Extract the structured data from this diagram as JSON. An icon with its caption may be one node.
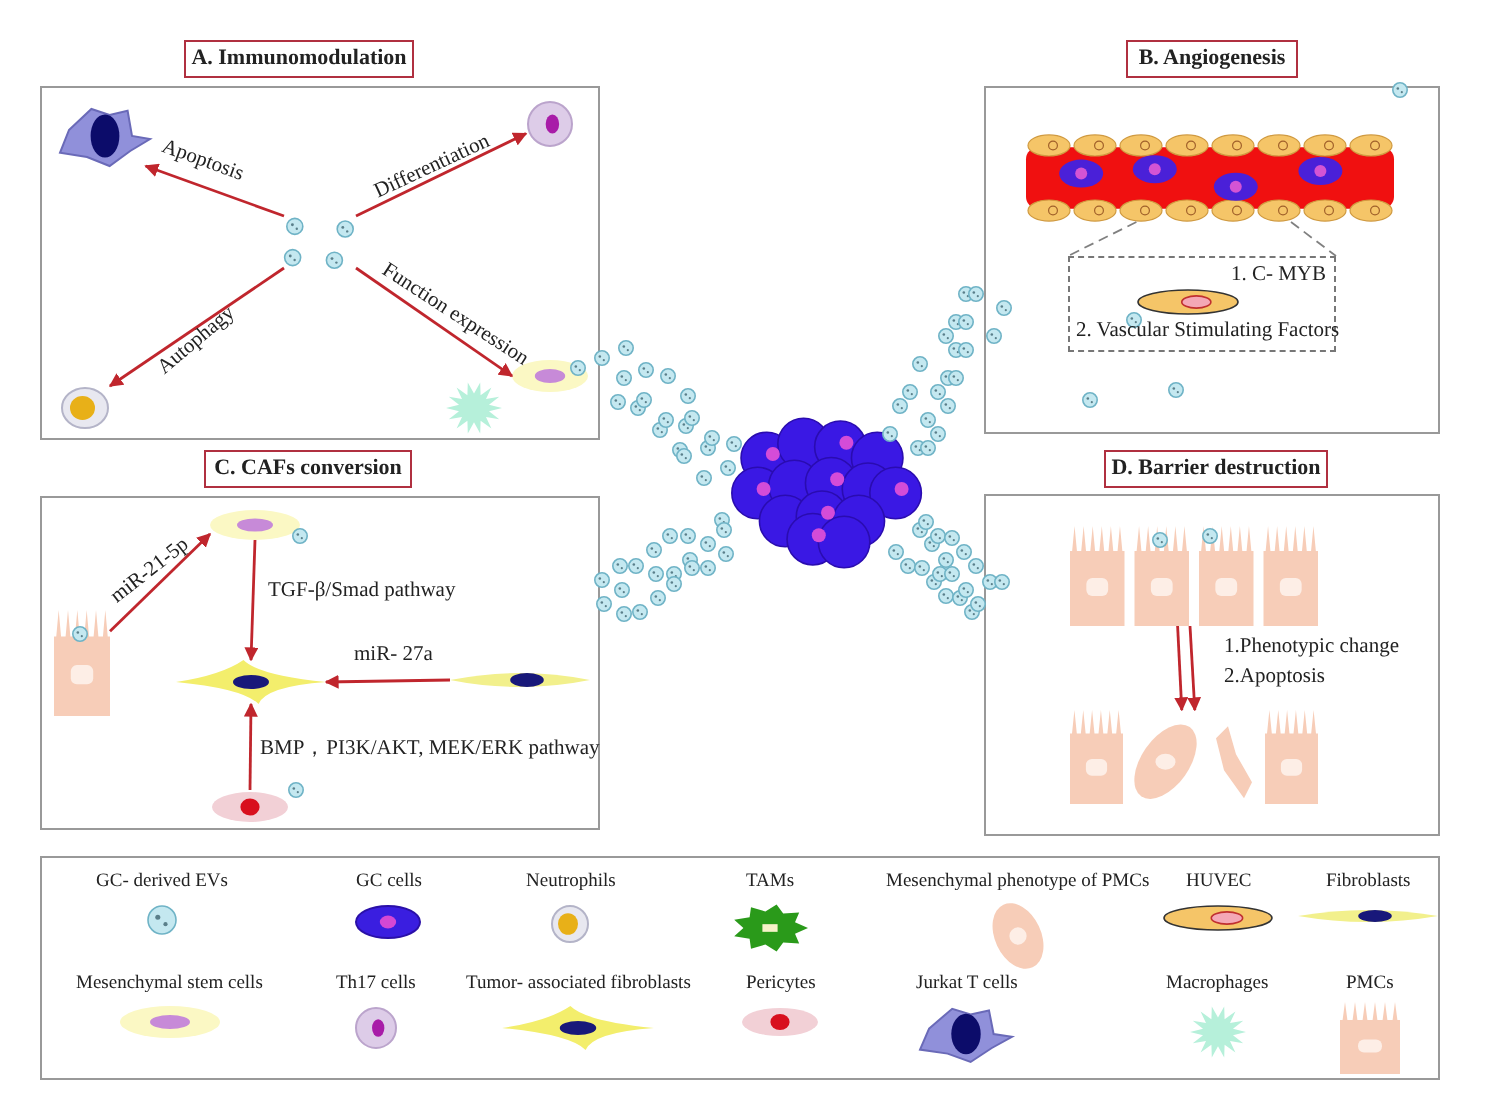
{
  "diagram": {
    "nodes": [
      {
        "text": [
          "A. Immunomodulation"
        ]
      },
      {
        "text": [],
        "shape": "picture",
        "in": 0
      },
      {
        "text": [],
        "shape": "picture",
        "in": 0
      },
      {
        "text": [],
        "shape": "picture",
        "in": 0
      },
      {
        "text": [],
        "shape": "picture",
        "in": 0
      },
      {
        "text": [],
        "shape": "picture",
        "in": 0
      },
      {
        "text": [],
        "shape": "picture",
        "in": 0
      },
      {
        "text": [
          "B. Angiogenesis"
        ]
      },
      {
        "text": [],
        "shape": "picture",
        "in": 7
      },
      {
        "text": [
          "1. C- MYB",
          "2. Vascular Stimulating Factors"
        ],
        "in": 7
      },
      {
        "text": [],
        "shape": "picture",
        "in": 9
      },
      {
        "text": [
          "C. CAFs conversion"
        ]
      },
      {
        "text": [],
        "shape": "picture",
        "in": 11
      },
      {
        "text": [],
        "shape": "picture",
        "in": 11
      },
      {
        "text": [],
        "shape": "picture",
        "in": 11
      },
      {
        "text": [],
        "shape": "picture",
        "in": 11
      },
      {
        "text": [],
        "shape": "picture",
        "in": 11
      },
      {
        "text": [
          "D. Barrier destruction"
        ]
      },
      {
        "text": [],
        "shape": "picture",
        "in": 17
      },
      {
        "text": [],
        "shape": "picture",
        "in": 17
      },
      {
        "text": [],
        "shape": "picture"
      }
    ],
    "edges": [
      {
        "from": 1,
        "to": 2,
        "arrow": "to",
        "label": "Apoptosis"
      },
      {
        "from": 1,
        "to": 3,
        "arrow": "to",
        "label": "Differentiation"
      },
      {
        "from": 1,
        "to": 4,
        "arrow": "to",
        "label": "Autophagy"
      },
      {
        "from": 1,
        "to": 6,
        "arrow": "to",
        "label": "Function expression"
      },
      {
        "from": 8,
        "to": 9,
        "arrow": "none",
        "style": "dashed",
        "color": "#808080"
      },
      {
        "from": 8,
        "to": 9,
        "arrow": "none",
        "style": "dashed",
        "color": "#808080"
      },
      {
        "from": 12,
        "to": 13,
        "arrow": "to",
        "label": "miR-21-5p"
      },
      {
        "from": 13,
        "to": 14,
        "arrow": "to",
        "label": "TGF-β/Smad pathway"
      },
      {
        "from": 15,
        "to": 14,
        "arrow": "to",
        "label": "miR- 27a"
      },
      {
        "from": 16,
        "to": 14,
        "arrow": "to",
        "label": "BMP，PI3K/AKT, MEK/ERK pathway"
      },
      {
        "from": 18,
        "to": 19,
        "arrow": "to",
        "label": "1.Phenotypic change"
      },
      {
        "from": 18,
        "to": 19,
        "arrow": "to",
        "label": "2.Apoptosis"
      }
    ],
    "legend": [
      {
        "text": "GC- derived EVs"
      },
      {
        "text": "GC cells"
      },
      {
        "text": "Neutrophils"
      },
      {
        "text": "TAMs"
      },
      {
        "text": "Mesenchymal phenotype of PMCs"
      },
      {
        "text": "HUVEC"
      },
      {
        "text": "Fibroblasts"
      },
      {
        "text": "Mesenchymal stem cells"
      },
      {
        "text": "Th17 cells"
      },
      {
        "text": "Tumor- associated  fibroblasts"
      },
      {
        "text": "Pericytes"
      },
      {
        "text": "Jurkat T cells"
      },
      {
        "text": "Macrophages"
      },
      {
        "text": "PMCs"
      }
    ]
  }
}
